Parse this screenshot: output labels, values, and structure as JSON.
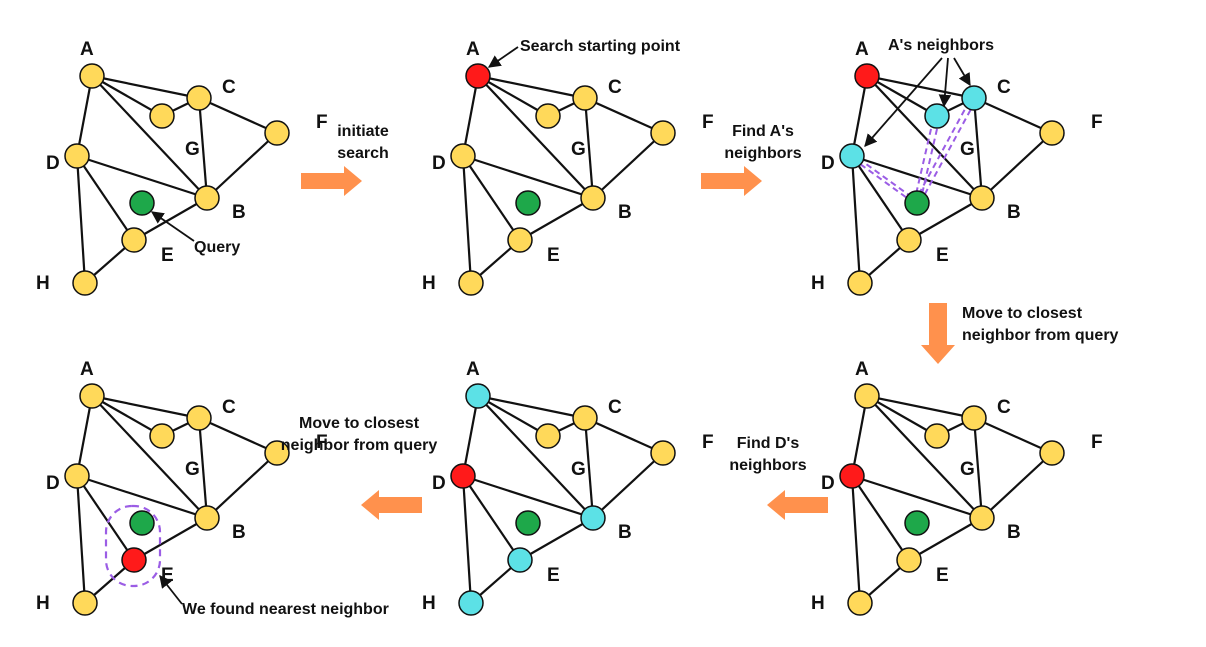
{
  "colors": {
    "default_node": "#FFD95A",
    "start_node": "#FF1A1A",
    "neighbor_node": "#5CE1E6",
    "query_node": "#1EA84A",
    "edge": "#111111",
    "arrow": "#FF914D",
    "highlight": "#9B5DE5"
  },
  "letters": {
    "A": "A",
    "B": "B",
    "C": "C",
    "D": "D",
    "E": "E",
    "F": "F",
    "G": "G",
    "H": "H"
  },
  "panels": [
    {
      "id": "p1",
      "states": {},
      "annotations": [
        {
          "key": "query",
          "text": "Query"
        }
      ]
    },
    {
      "id": "p2",
      "states": {
        "A": "start"
      },
      "annotations": [
        {
          "key": "start",
          "text": "Search starting point"
        }
      ]
    },
    {
      "id": "p3",
      "states": {
        "A": "start",
        "D": "neighbor",
        "G2": "neighbor",
        "C": "neighbor"
      },
      "annotations": [
        {
          "key": "neighbors",
          "text": "A's neighbors"
        }
      ]
    },
    {
      "id": "p4",
      "states": {
        "D": "start"
      },
      "annotations": []
    },
    {
      "id": "p5",
      "states": {
        "D": "start",
        "A": "neighbor",
        "B": "neighbor",
        "E": "neighbor",
        "H": "neighbor"
      },
      "annotations": []
    },
    {
      "id": "p6",
      "states": {
        "E": "start"
      },
      "annotations": [
        {
          "key": "found",
          "text": "We found nearest neighbor"
        }
      ]
    }
  ],
  "steps": [
    {
      "key": "initiate",
      "lines": [
        "initiate",
        "search"
      ],
      "direction": "right"
    },
    {
      "key": "find-a",
      "lines": [
        "Find A's",
        "neighbors"
      ],
      "direction": "right"
    },
    {
      "key": "move-down",
      "lines": [
        "Move to closest",
        "neighbor from query"
      ],
      "direction": "down"
    },
    {
      "key": "find-d",
      "lines": [
        "Find D's",
        "neighbors"
      ],
      "direction": "left"
    },
    {
      "key": "move-left",
      "lines": [
        "Move to closest",
        "neighbor from query"
      ],
      "direction": "left"
    }
  ]
}
